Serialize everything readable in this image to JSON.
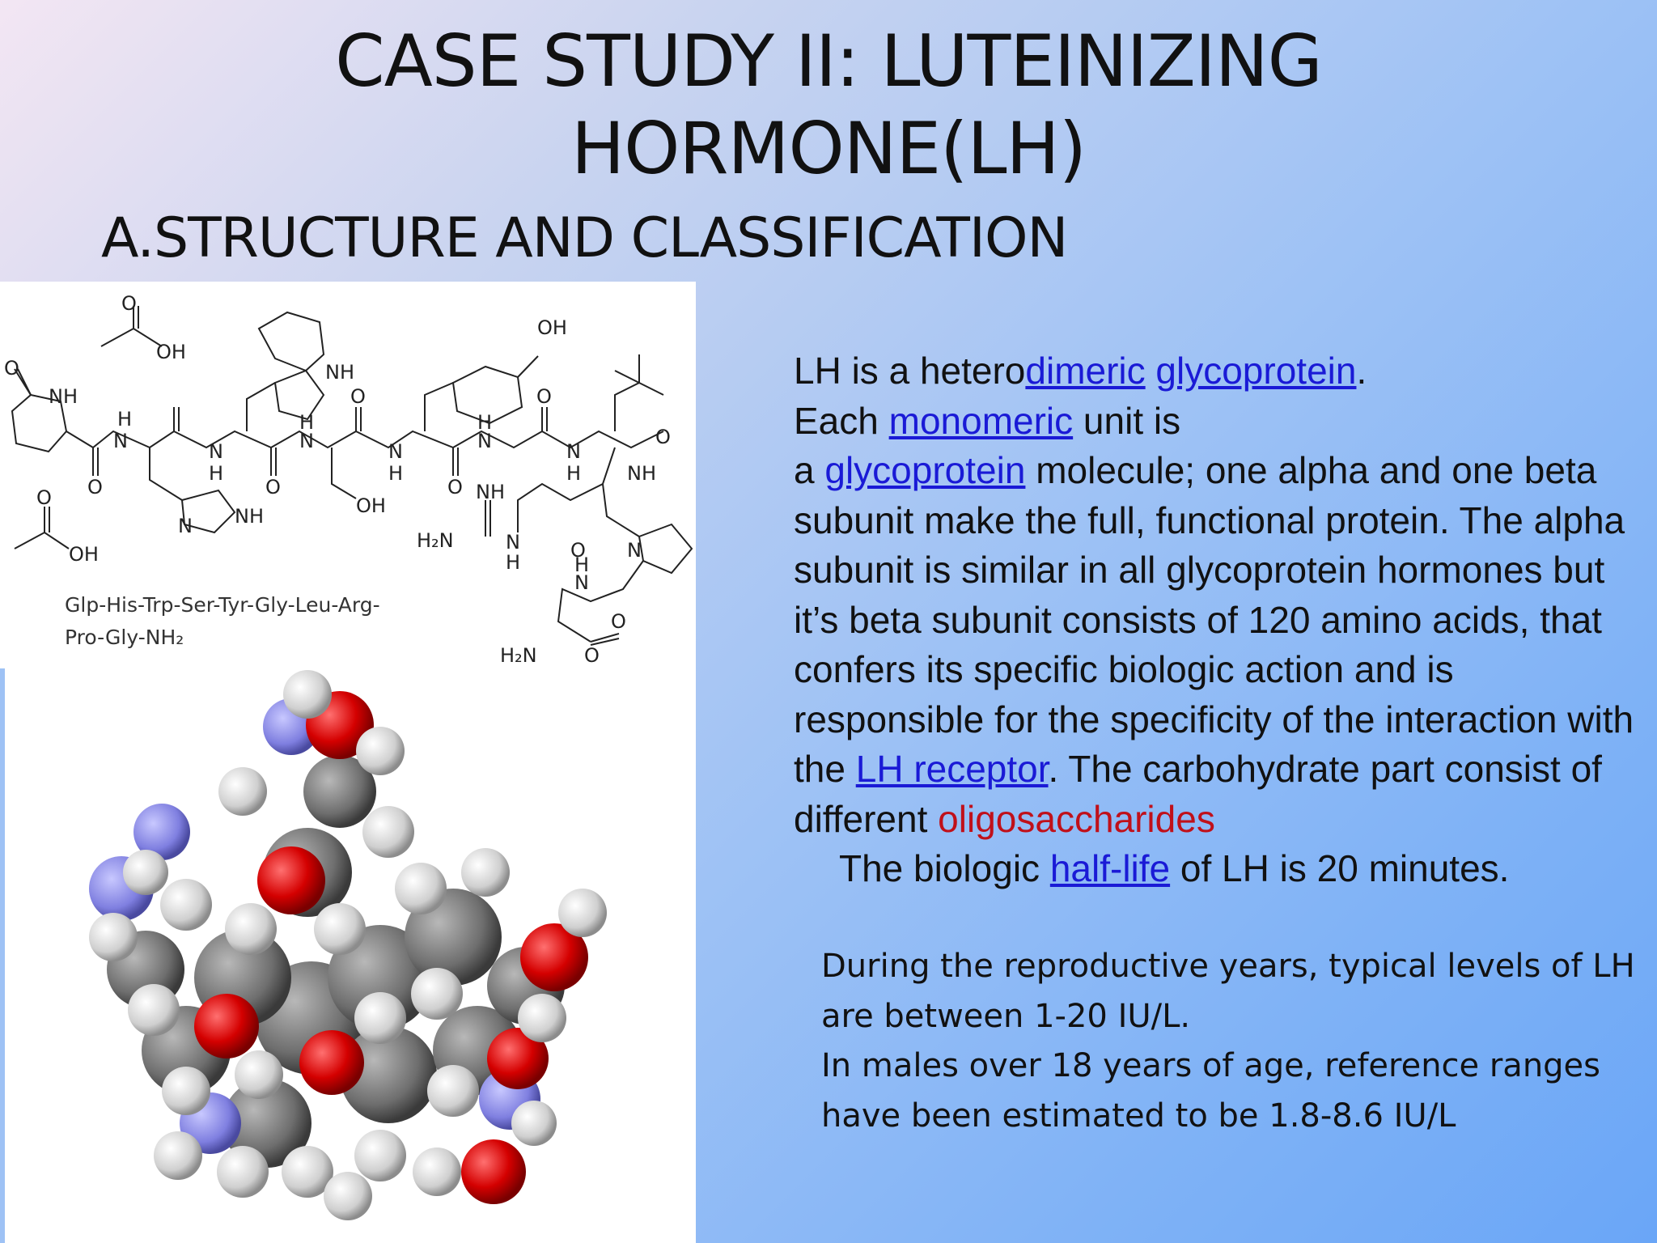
{
  "title": {
    "line1": "CASE STUDY II: LUTEINIZING",
    "line2": "HORMONE(LH)"
  },
  "subtitle": "A.STRUCTURE AND CLASSIFICATION",
  "figure": {
    "labels": {
      "o": "O",
      "oh": "OH",
      "nh": "NH",
      "h": "H",
      "n": "N",
      "h2n": "H₂N"
    },
    "sequence_line1": "Glp-His-Trp-Ser-Tyr-Gly-Leu-Arg-",
    "sequence_line2": "Pro-Gly-NH₂"
  },
  "body": {
    "p1_a": "LH is a hetero",
    "link_dimeric": "dimeric",
    "link_glycoprotein1": "glycoprotein",
    "p1_end": ".",
    "p2_a": "Each ",
    "link_monomeric": "monomeric",
    "p2_b": " unit is",
    "p3_a": "a ",
    "link_glycoprotein2": "glycoprotein",
    "p3_b": " molecule; one alpha and one beta subunit make the full, functional protein. The alpha subunit is similar in all glycoprotein hormones but it’s beta subunit consists of 120 amino acids, that confers its specific biologic action and is responsible for the specificity of the interaction with the ",
    "link_lh_receptor": "LH receptor",
    "p3_c": ". The carbohydrate part consist of different ",
    "oligosaccharides": "oligosaccharides",
    "p4_a": "The biologic ",
    "link_half_life": "half-life",
    "p4_b": " of LH is 20 minutes."
  },
  "small": {
    "p5": "During the reproductive years, typical levels of LH are between 1-20 IU/L.",
    "p6": "In males over 18 years of age, reference ranges have been estimated to be 1.8-8.6 IU/L"
  }
}
